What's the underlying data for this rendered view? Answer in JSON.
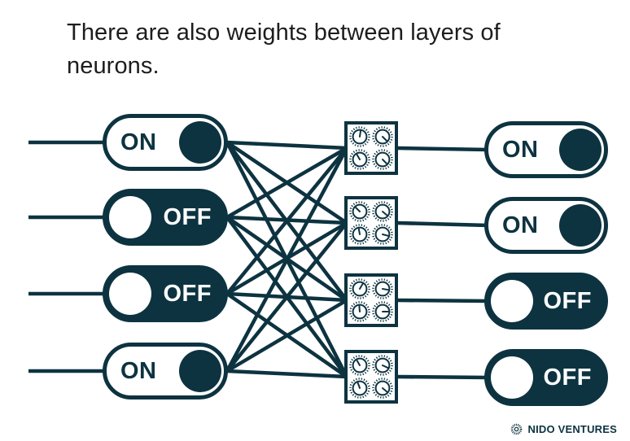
{
  "title": "There are also weights between layers of neurons.",
  "colors": {
    "dark_teal": "#0d3340",
    "title_text": "#1d1d1f",
    "background": "#ffffff"
  },
  "network": {
    "left_toggles": [
      {
        "label": "ON",
        "state": "on"
      },
      {
        "label": "OFF",
        "state": "off"
      },
      {
        "label": "OFF",
        "state": "off"
      },
      {
        "label": "ON",
        "state": "on"
      }
    ],
    "weight_boxes": [
      {
        "knob_angles": [
          8,
          135,
          -30,
          135
        ]
      },
      {
        "knob_angles": [
          -45,
          130,
          -10,
          105
        ]
      },
      {
        "knob_angles": [
          30,
          100,
          -5,
          90
        ]
      },
      {
        "knob_angles": [
          -30,
          115,
          -20,
          130
        ]
      }
    ],
    "right_toggles": [
      {
        "label": "ON",
        "state": "on"
      },
      {
        "label": "ON",
        "state": "on"
      },
      {
        "label": "OFF",
        "state": "off"
      },
      {
        "label": "OFF",
        "state": "off"
      }
    ],
    "connectivity": "fully-connected 4x4"
  },
  "footer": {
    "brand": "NIDO VENTURES",
    "logo_icon": "stippled-circle-icon"
  }
}
